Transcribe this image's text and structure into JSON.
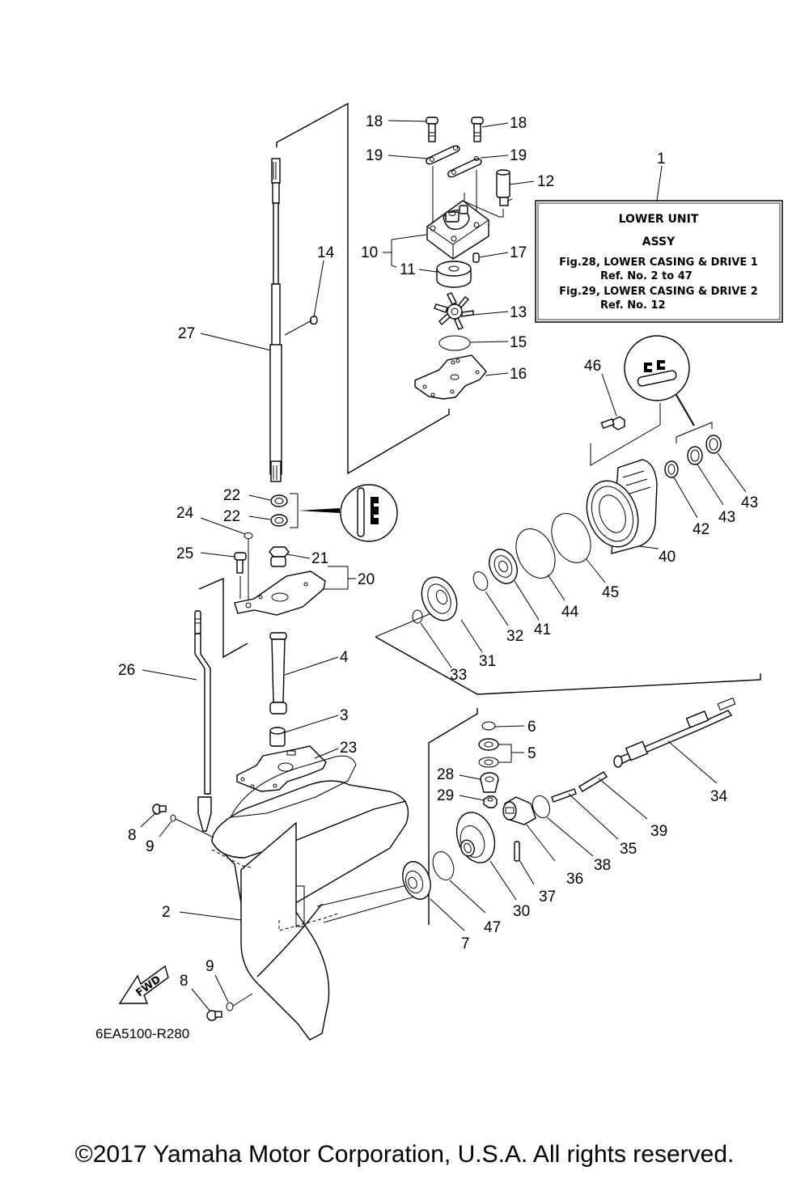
{
  "diagram": {
    "title_box": {
      "ref": "1",
      "line1": "LOWER  UNIT",
      "line2": "ASSY",
      "line3": "Fig.28, LOWER CASING & DRIVE 1",
      "line4": "Ref. No. 2 to 47",
      "line5": "Fig.29, LOWER CASING & DRIVE 2",
      "line6": "Ref. No. 12"
    },
    "callouts": {
      "c2": "2",
      "c3": "3",
      "c4": "4",
      "c5": "5",
      "c6": "6",
      "c7": "7",
      "c8a": "8",
      "c8b": "8",
      "c9a": "9",
      "c9b": "9",
      "c10": "10",
      "c11": "11",
      "c12": "12",
      "c13": "13",
      "c14": "14",
      "c15": "15",
      "c16": "16",
      "c17": "17",
      "c18a": "18",
      "c18b": "18",
      "c19a": "19",
      "c19b": "19",
      "c20": "20",
      "c21": "21",
      "c22a": "22",
      "c22b": "22",
      "c23": "23",
      "c24": "24",
      "c25": "25",
      "c26": "26",
      "c27": "27",
      "c28": "28",
      "c29": "29",
      "c30": "30",
      "c31": "31",
      "c32": "32",
      "c33": "33",
      "c34": "34",
      "c35": "35",
      "c36": "36",
      "c37": "37",
      "c38": "38",
      "c39": "39",
      "c40": "40",
      "c41": "41",
      "c42": "42",
      "c43a": "43",
      "c43b": "43",
      "c44": "44",
      "c45": "45",
      "c46": "46",
      "c47": "47"
    },
    "fwd_label": "FWD",
    "drawing_code": "6EA5100-R280"
  },
  "footer": {
    "copyright": "©2017 Yamaha Motor Corporation, U.S.A. All rights reserved."
  }
}
